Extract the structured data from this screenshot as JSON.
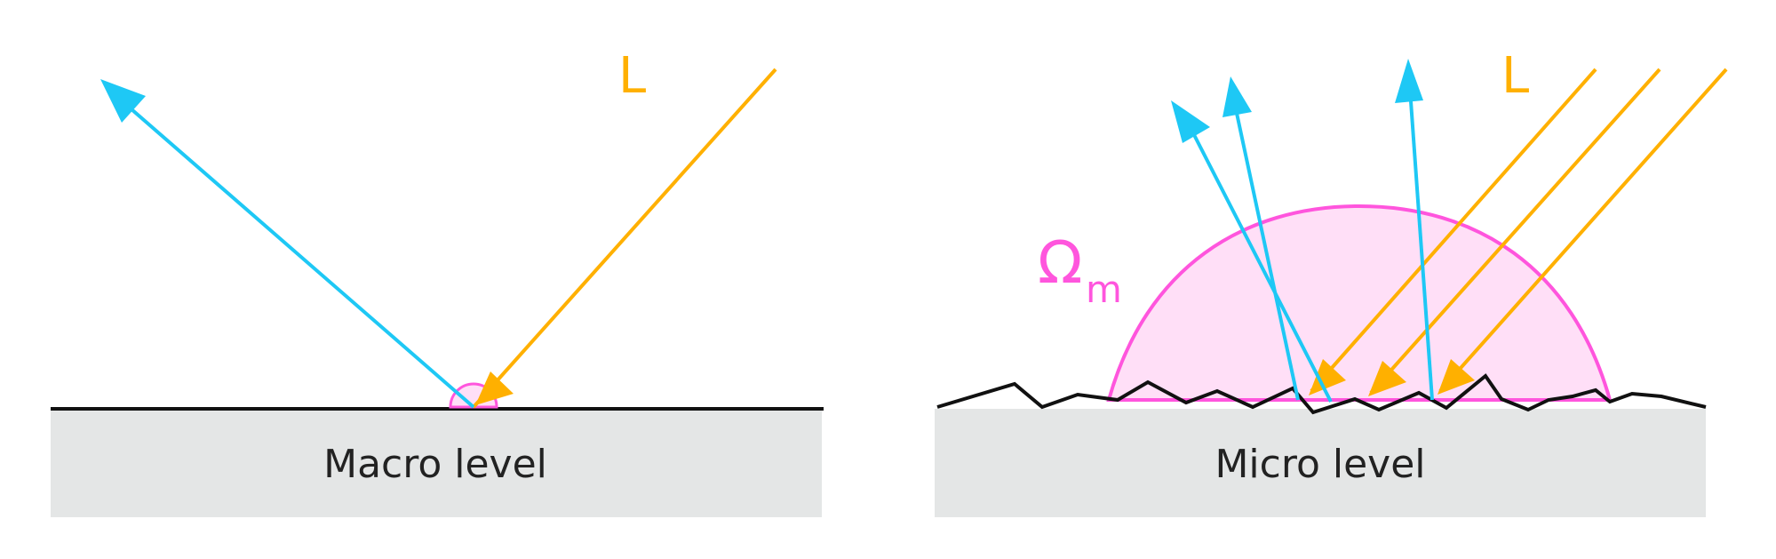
{
  "colors": {
    "incident": "#ffb000",
    "reflected": "#1ec8f5",
    "hemisphere_stroke": "#ff55dd",
    "hemisphere_fill": "#ffdff7",
    "surface_fill": "#e4e6e6",
    "surface_line": "#111111",
    "text": "#222222"
  },
  "macro": {
    "caption": "Macro level",
    "light_label": "L"
  },
  "micro": {
    "caption": "Micro level",
    "light_label": "L",
    "omega_symbol": "Ω",
    "omega_subscript": "m"
  }
}
